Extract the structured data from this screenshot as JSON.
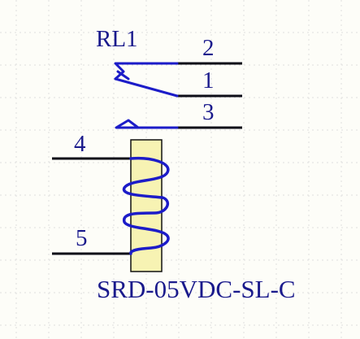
{
  "component": {
    "designator": "RL1",
    "part_number": "SRD-05VDC-SL-C",
    "pins": {
      "p2": "2",
      "p1": "1",
      "p3": "3",
      "p4": "4",
      "p5": "5"
    }
  },
  "colors": {
    "background": "#fdfdf8",
    "grid": "#dedede",
    "wire": "#0d0d18",
    "symbol": "#1c1cc8",
    "text": "#1a1a8c",
    "coil_body": "#f7f3b3",
    "coil_outline": "#111111"
  }
}
